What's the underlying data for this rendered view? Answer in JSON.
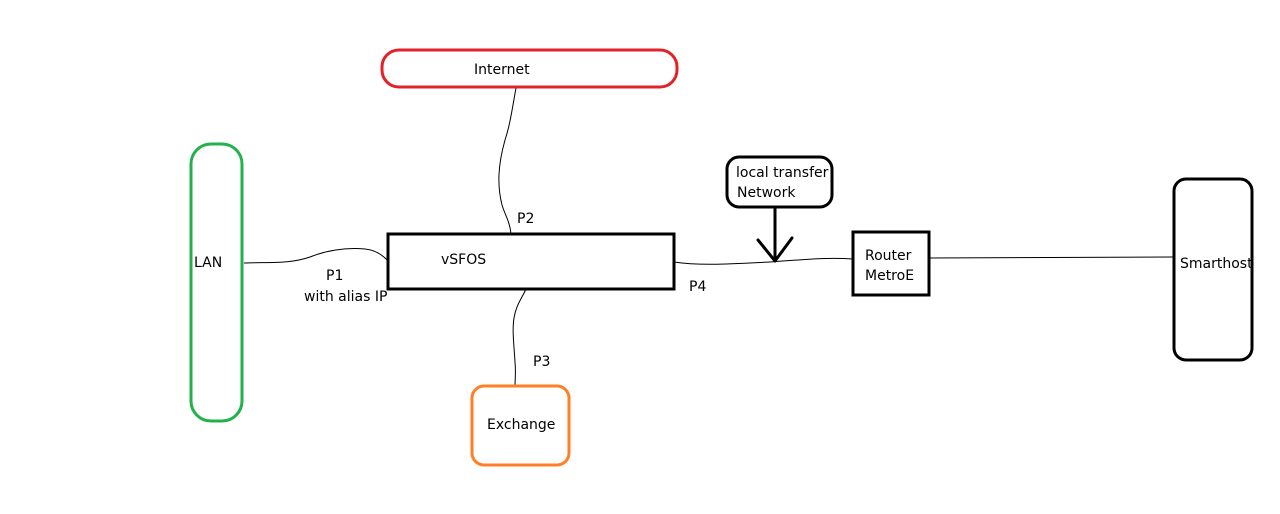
{
  "nodes": {
    "internet": {
      "label": "Internet",
      "color": "#e0232a"
    },
    "lan": {
      "label": "LAN",
      "color": "#22b14c"
    },
    "vsfos": {
      "label": "vSFOS",
      "color": "#000000"
    },
    "exchange": {
      "label": "Exchange",
      "color": "#ff7f27"
    },
    "transfer": {
      "line1": "local transfer",
      "line2": "Network",
      "color": "#000000"
    },
    "router": {
      "line1": "Router",
      "line2": "MetroE",
      "color": "#000000"
    },
    "smarthost": {
      "label": "Smarthost",
      "color": "#000000"
    }
  },
  "ports": {
    "p1": {
      "label": "P1",
      "note": "with alias IP"
    },
    "p2": {
      "label": "P2"
    },
    "p3": {
      "label": "P3"
    },
    "p4": {
      "label": "P4"
    }
  }
}
